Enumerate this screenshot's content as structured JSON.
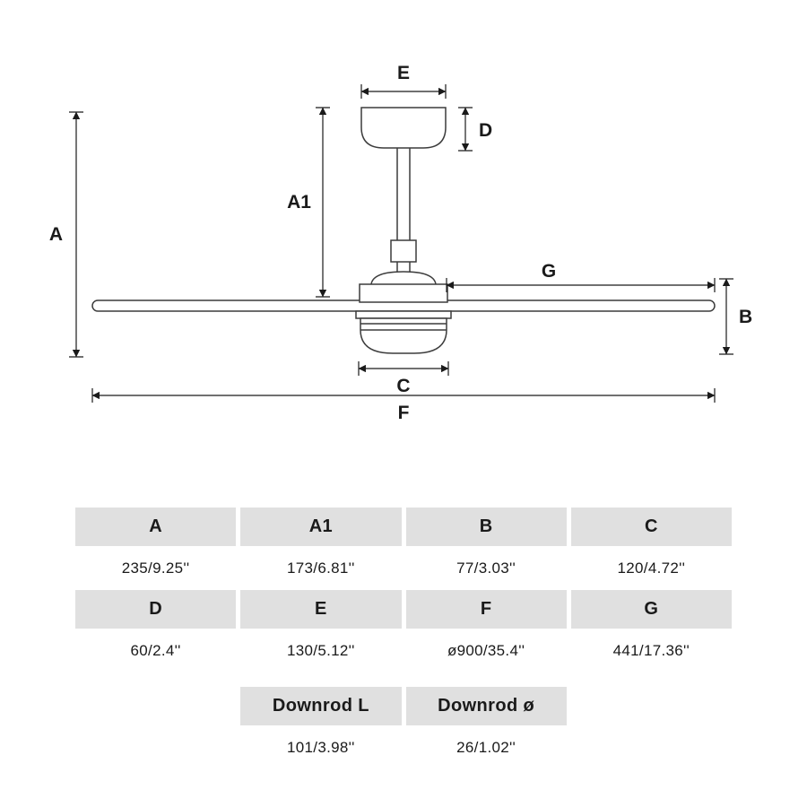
{
  "diagram": {
    "dim_labels": {
      "A": "A",
      "A1": "A1",
      "B": "B",
      "C": "C",
      "D": "D",
      "E": "E",
      "F": "F",
      "G": "G"
    }
  },
  "table": {
    "row1": {
      "headers": [
        "A",
        "A1",
        "B",
        "C"
      ],
      "values": [
        "235/9.25''",
        "173/6.81''",
        "77/3.03''",
        "120/4.72''"
      ]
    },
    "row2": {
      "headers": [
        "D",
        "E",
        "F",
        "G"
      ],
      "values": [
        "60/2.4''",
        "130/5.12''",
        "ø900/35.4''",
        "441/17.36''"
      ]
    },
    "row3": {
      "headers": [
        "Downrod L",
        "Downrod ø"
      ],
      "values": [
        "101/3.98''",
        "26/1.02''"
      ]
    }
  }
}
